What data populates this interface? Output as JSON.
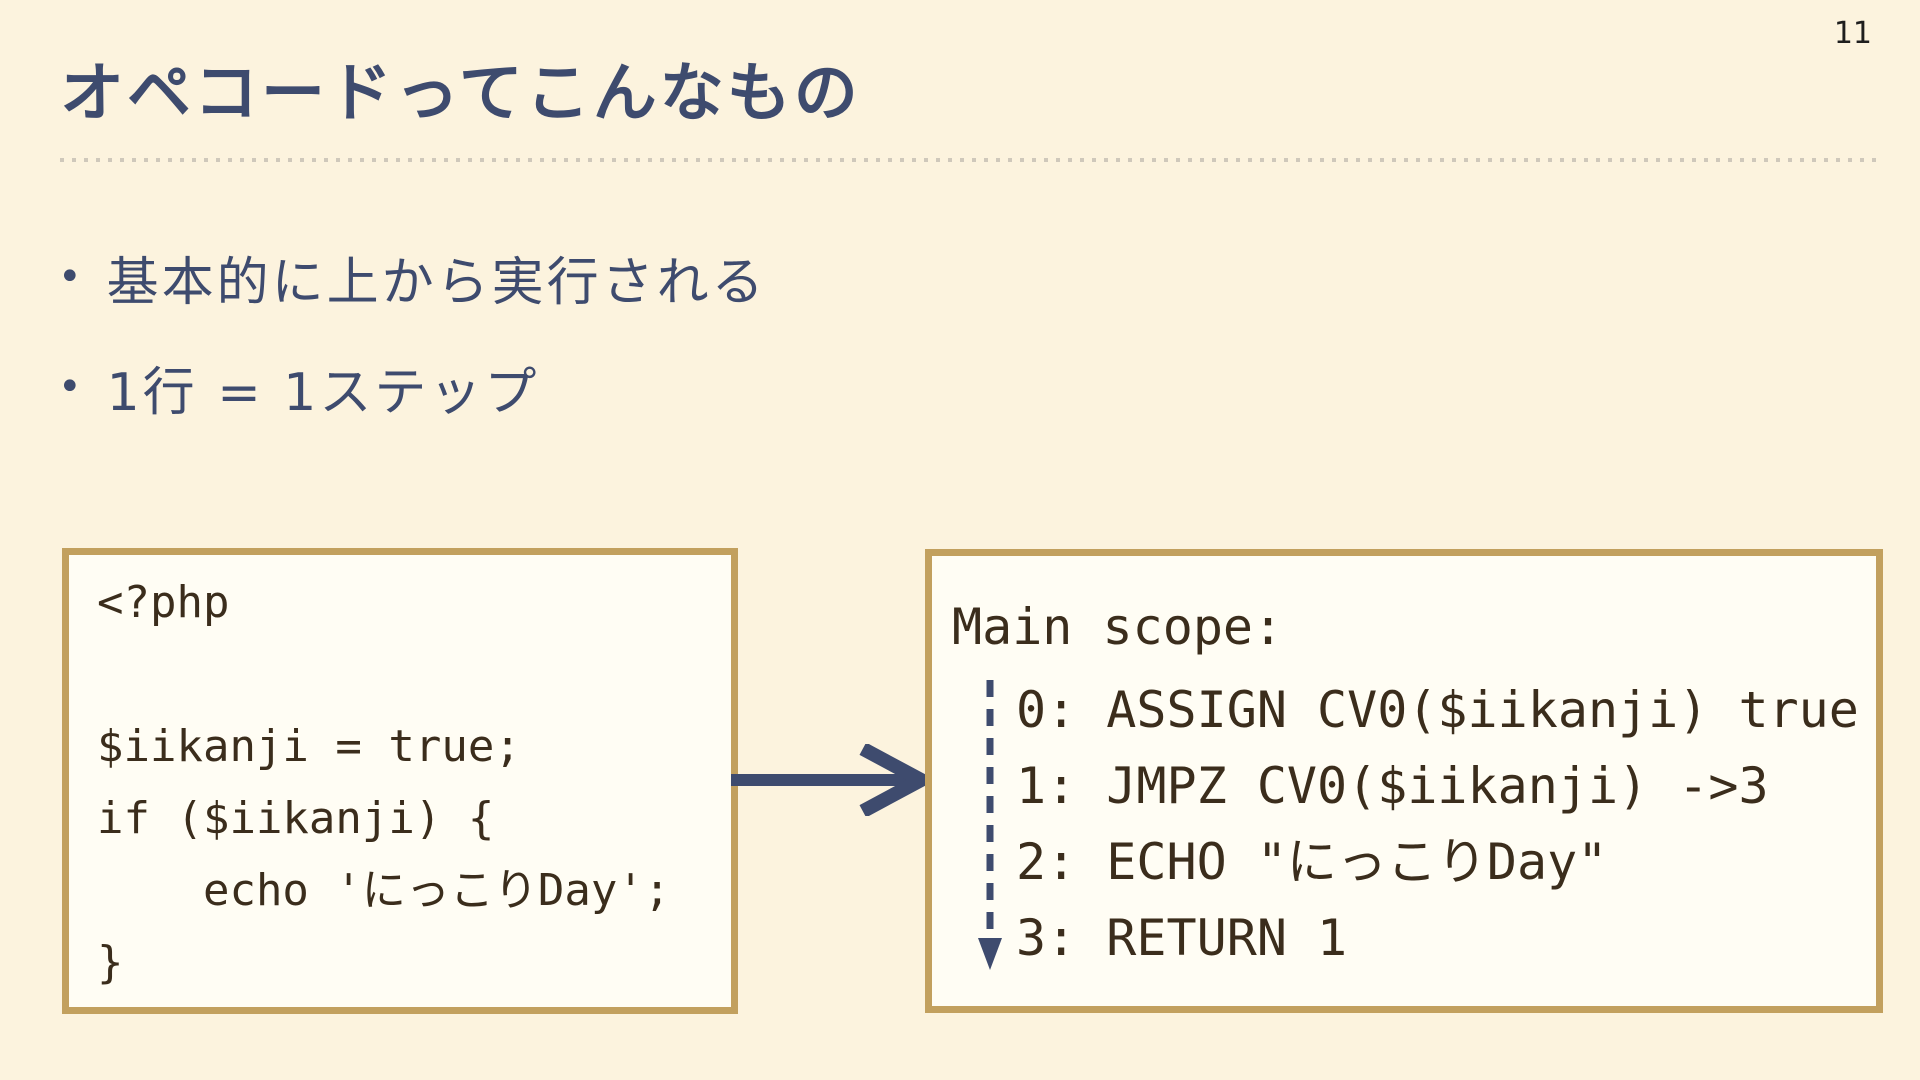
{
  "page_number": "11",
  "title": "オペコードってこんなもの",
  "bullets": [
    "基本的に上から実行される",
    "1行 = 1ステップ"
  ],
  "php_box": {
    "lines": [
      "<?php",
      "",
      "$iikanji = true;",
      "if ($iikanji) {",
      "    echo 'にっこりDay';",
      "}"
    ]
  },
  "opcode_box": {
    "header": "Main scope:",
    "lines": [
      "0: ASSIGN CV0($iikanji) true",
      "1: JMPZ CV0($iikanji) ->3",
      "2: ECHO \"にっこりDay\"",
      "3: RETURN 1"
    ]
  },
  "icons": {
    "flow_arrow": "right-arrow",
    "execution_order_arrow": "dashed-down-arrow"
  },
  "colors": {
    "background": "#FCF3DE",
    "box-bg": "#FFFDF4",
    "box-border": "#C2A05E",
    "accent-navy": "#3E4B6E",
    "code-text": "#3B2D1C",
    "divider": "#CFC8BB",
    "page-number": "#1E1E1E"
  }
}
